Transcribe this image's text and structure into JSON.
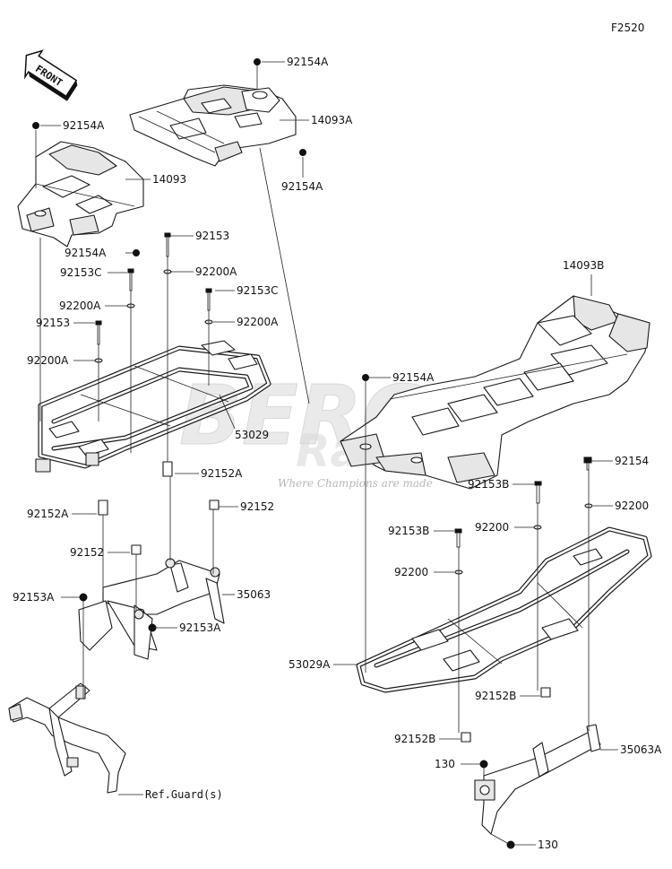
{
  "figure_id": "F2520",
  "front_label": "FRONT",
  "watermark": {
    "brand": "BERG",
    "sub": "Racing",
    "tagline": "Where Champions are made"
  },
  "callouts": [
    {
      "id": "c1",
      "text": "92154A"
    },
    {
      "id": "c2",
      "text": "14093A"
    },
    {
      "id": "c3",
      "text": "92154A"
    },
    {
      "id": "c4",
      "text": "92154A"
    },
    {
      "id": "c5",
      "text": "14093"
    },
    {
      "id": "c6",
      "text": "92154A"
    },
    {
      "id": "c7",
      "text": "92153"
    },
    {
      "id": "c8",
      "text": "92153C"
    },
    {
      "id": "c9",
      "text": "92200A"
    },
    {
      "id": "c10",
      "text": "92153C"
    },
    {
      "id": "c11",
      "text": "92200A"
    },
    {
      "id": "c12",
      "text": "92200A"
    },
    {
      "id": "c13",
      "text": "92153"
    },
    {
      "id": "c14",
      "text": "92200A"
    },
    {
      "id": "c15",
      "text": "53029"
    },
    {
      "id": "c16",
      "text": "92152A"
    },
    {
      "id": "c17",
      "text": "92152A"
    },
    {
      "id": "c18",
      "text": "92152"
    },
    {
      "id": "c19",
      "text": "92152"
    },
    {
      "id": "c20",
      "text": "92153A"
    },
    {
      "id": "c21",
      "text": "35063"
    },
    {
      "id": "c22",
      "text": "92153A"
    },
    {
      "id": "c23",
      "text": "Ref.Guard(s)"
    },
    {
      "id": "c24",
      "text": "14093B"
    },
    {
      "id": "c25",
      "text": "92154A"
    },
    {
      "id": "c26",
      "text": "92154"
    },
    {
      "id": "c27",
      "text": "92153B"
    },
    {
      "id": "c28",
      "text": "92200"
    },
    {
      "id": "c29",
      "text": "92153B"
    },
    {
      "id": "c30",
      "text": "92200"
    },
    {
      "id": "c31",
      "text": "92200"
    },
    {
      "id": "c32",
      "text": "53029A"
    },
    {
      "id": "c33",
      "text": "92152B"
    },
    {
      "id": "c34",
      "text": "92152B"
    },
    {
      "id": "c35",
      "text": "35063A"
    },
    {
      "id": "c36",
      "text": "130"
    },
    {
      "id": "c37",
      "text": "130"
    }
  ]
}
